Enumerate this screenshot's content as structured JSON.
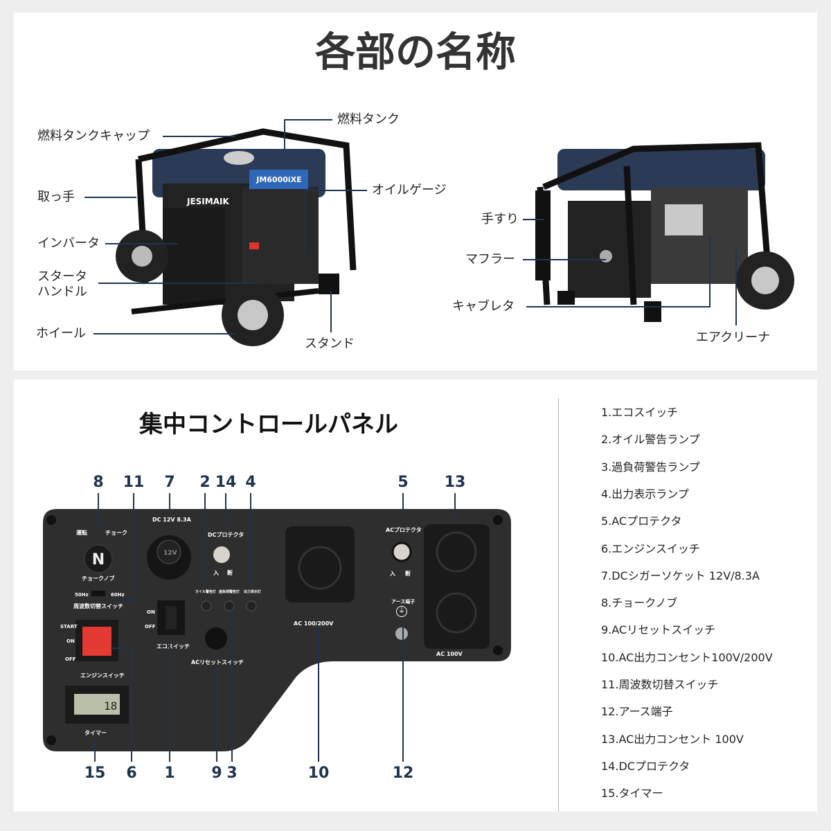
{
  "top": {
    "title": "各部の名称",
    "left_labels": {
      "fuel_cap": "燃料タンクキャップ",
      "handle": "取っ手",
      "inverter": "インバータ",
      "starter_1": "スタータ",
      "starter_2": "ハンドル",
      "wheel": "ホイール",
      "fuel_tank": "燃料タンク",
      "oil_gauge": "オイルゲージ",
      "stand": "スタンド"
    },
    "right_labels": {
      "rail": "手すり",
      "muffler": "マフラー",
      "carburetor": "キャブレタ",
      "air_cleaner": "エアクリーナ"
    },
    "brand": "JESIMAIK",
    "model": "JM6000iXE"
  },
  "bottom": {
    "title": "集中コントロールパネル",
    "panel": {
      "run": "運転",
      "choke": "チョーク",
      "choke_knob": "チョークノブ",
      "hz50": "50Hz",
      "hz60": "60Hz",
      "freq_switch": "周波数切替スイッチ",
      "start": "START",
      "on": "ON",
      "off": "OFF",
      "engine_switch": "エンジンスイッチ",
      "timer": "タイマー",
      "timer_value": "18",
      "dc_label": "DC 12V 8.3A",
      "socket_text": "12V",
      "eco_on": "ON",
      "eco_off": "OFF",
      "eco_switch": "エコスイッチ",
      "dc_protector": "DCプロテクタ",
      "in": "入",
      "cut": "断",
      "oil_lamp": "オイル警告灯",
      "overload_lamp": "過負荷警告灯",
      "output_lamp": "出力表示灯",
      "ac_reset": "ACリセットスイッチ",
      "ac_100_200": "AC 100/200V",
      "ac_protector": "ACプロテクタ",
      "earth": "アース端子",
      "ac_100": "AC 100V"
    },
    "top_numbers": [
      "8",
      "11",
      "7",
      "2",
      "14",
      "4",
      "5",
      "13"
    ],
    "bottom_numbers": [
      "15",
      "6",
      "1",
      "9",
      "3",
      "10",
      "12"
    ],
    "list": [
      "1.エコスイッチ",
      "2.オイル警告ランプ",
      "3.過負荷警告ランプ",
      "4.出力表示ランプ",
      "5.ACプロテクタ",
      "6.エンジンスイッチ",
      "7.DCシガーソケット 12V/8.3A",
      "8.チョークノブ",
      "9.ACリセットスイッチ",
      "10.AC出力コンセント100V/200V",
      "11.周波数切替スイッチ",
      "12.アース端子",
      "13.AC出力コンセント 100V",
      "14.DCプロテクタ",
      "15.タイマー"
    ]
  },
  "colors": {
    "accent": "#1f3350",
    "panel": "#2e2e2e",
    "tank": "#2b3a55",
    "background": "#eeeeee"
  }
}
